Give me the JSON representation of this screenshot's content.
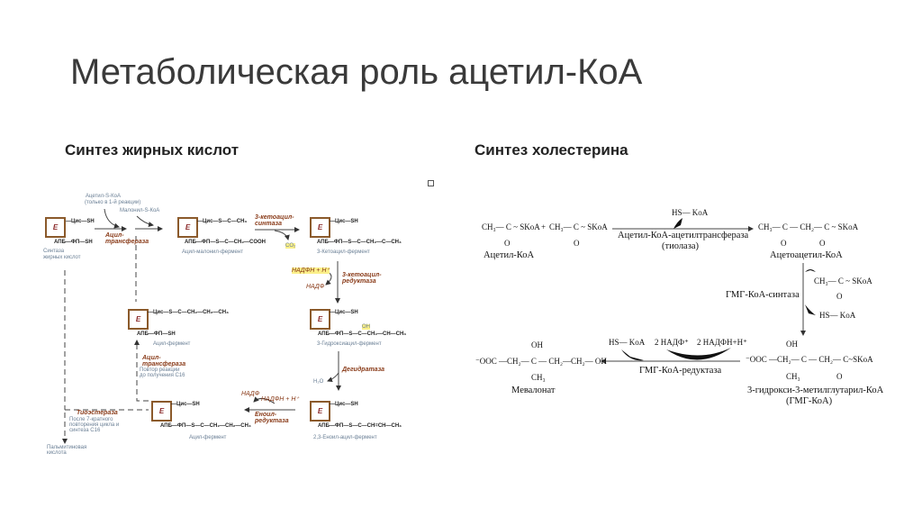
{
  "title": "Метаболическая роль ацетил-КоА",
  "left": {
    "heading": "Синтез жирных кислот",
    "enzyme_box": "E",
    "acetyl_s_koa": "Ацетил-S-КоА",
    "only_first": "(только в 1-й реакции)",
    "malonyl_s_koa": "Малонил-S-КоА",
    "acyl_transferase_1": "Ацил-",
    "acyl_transferase_2": "трансфераза",
    "cys_sh": "—Цис—SH",
    "apb_sh": "АПБ—ФП—SH",
    "synthase_1": "Синтаза",
    "synthase_2": "жирных кислот",
    "e2_top": "—Цис—S—C—CH₃",
    "e2_bottom": "АПБ—ФП—S—C—CH₂—COOH",
    "e2_name": "Ацил-малонил-фермент",
    "ketoacyl_synthase_1": "3-кетоацил-",
    "ketoacyl_synthase_2": "синтаза",
    "co2": "CO₂",
    "e3_bottom": "АПБ—ФП—S—C—CH₂—C—CH₃",
    "e3_name": "3-Кетоацил-фермент",
    "nadph": "НАДФН + Н⁺",
    "nadp": "НАДФ",
    "ketoacyl_reductase_1": "3-кетоацил-",
    "ketoacyl_reductase_2": "редуктаза",
    "e4_top": "—Цис—S—C—CH₂—CH₂—CH₃",
    "acyl_enzyme": "Ацил-фермент",
    "repeat_1": "Повтор реакции",
    "repeat_2": "до получения С16",
    "e5_bottom": "АПБ—ФП—S—C—CH₂—CH—CH₃",
    "oh": "OH",
    "e5_name": "3-Гидроксиацил-фермент",
    "dehydratase": "Дегидратаза",
    "h2o": "H₂O",
    "e6_bottom": "АПБ—ФП—S—C—CH₂—CH₂—CH₃",
    "e7_bottom": "АПБ—ФП—S—C—CH=CH—CH₃",
    "e7_name": "2,3-Еноил-ацил-фермент",
    "enoyl_reductase_1": "Еноил-",
    "enoyl_reductase_2": "редуктаза",
    "thioesterase": "Тиоэстераза",
    "after_1": "После 7-кратного",
    "after_2": "повторения цикла и",
    "after_3": "синтеза С16",
    "palmitic_1": "Пальмитиновая",
    "palmitic_2": "кислота"
  },
  "right": {
    "heading": "Синтез холестерина",
    "acetyl": "CH₃— C ~ SKoA",
    "plus": "+",
    "o": "O",
    "acetyl_koa": "Ацетил-КоА",
    "hs_koa": "HS— KoA",
    "thiolase_1": "Ацетил-КоА-ацетилтрансфераза",
    "thiolase_2": "(тиолаза)",
    "acetoacetyl": "CH₃— C — CH₂— C ~ SKoA",
    "acetoacetyl_koa": "Ацетоацетил-КоА",
    "hmg_synthase": "ГМГ-КоА-синтаза",
    "hmg": "⁻OOC —CH₂— C — CH₂— C~SKoA",
    "oh": "OH",
    "ch3": "CH₃",
    "hmg_name_1": "3-гидрокси-3-метилглутарил-КоА",
    "hmg_name_2": "(ГМГ-КоА)",
    "nadp": "2 НАДФ⁺",
    "nadph": "2 НАДФН+Н⁺",
    "hmg_reductase": "ГМГ-КоА-редуктаза",
    "mevalonate": "⁻OOC —CH₂— C — CH₂—CH₂— OH",
    "mevalonate_name": "Мевалонат"
  }
}
